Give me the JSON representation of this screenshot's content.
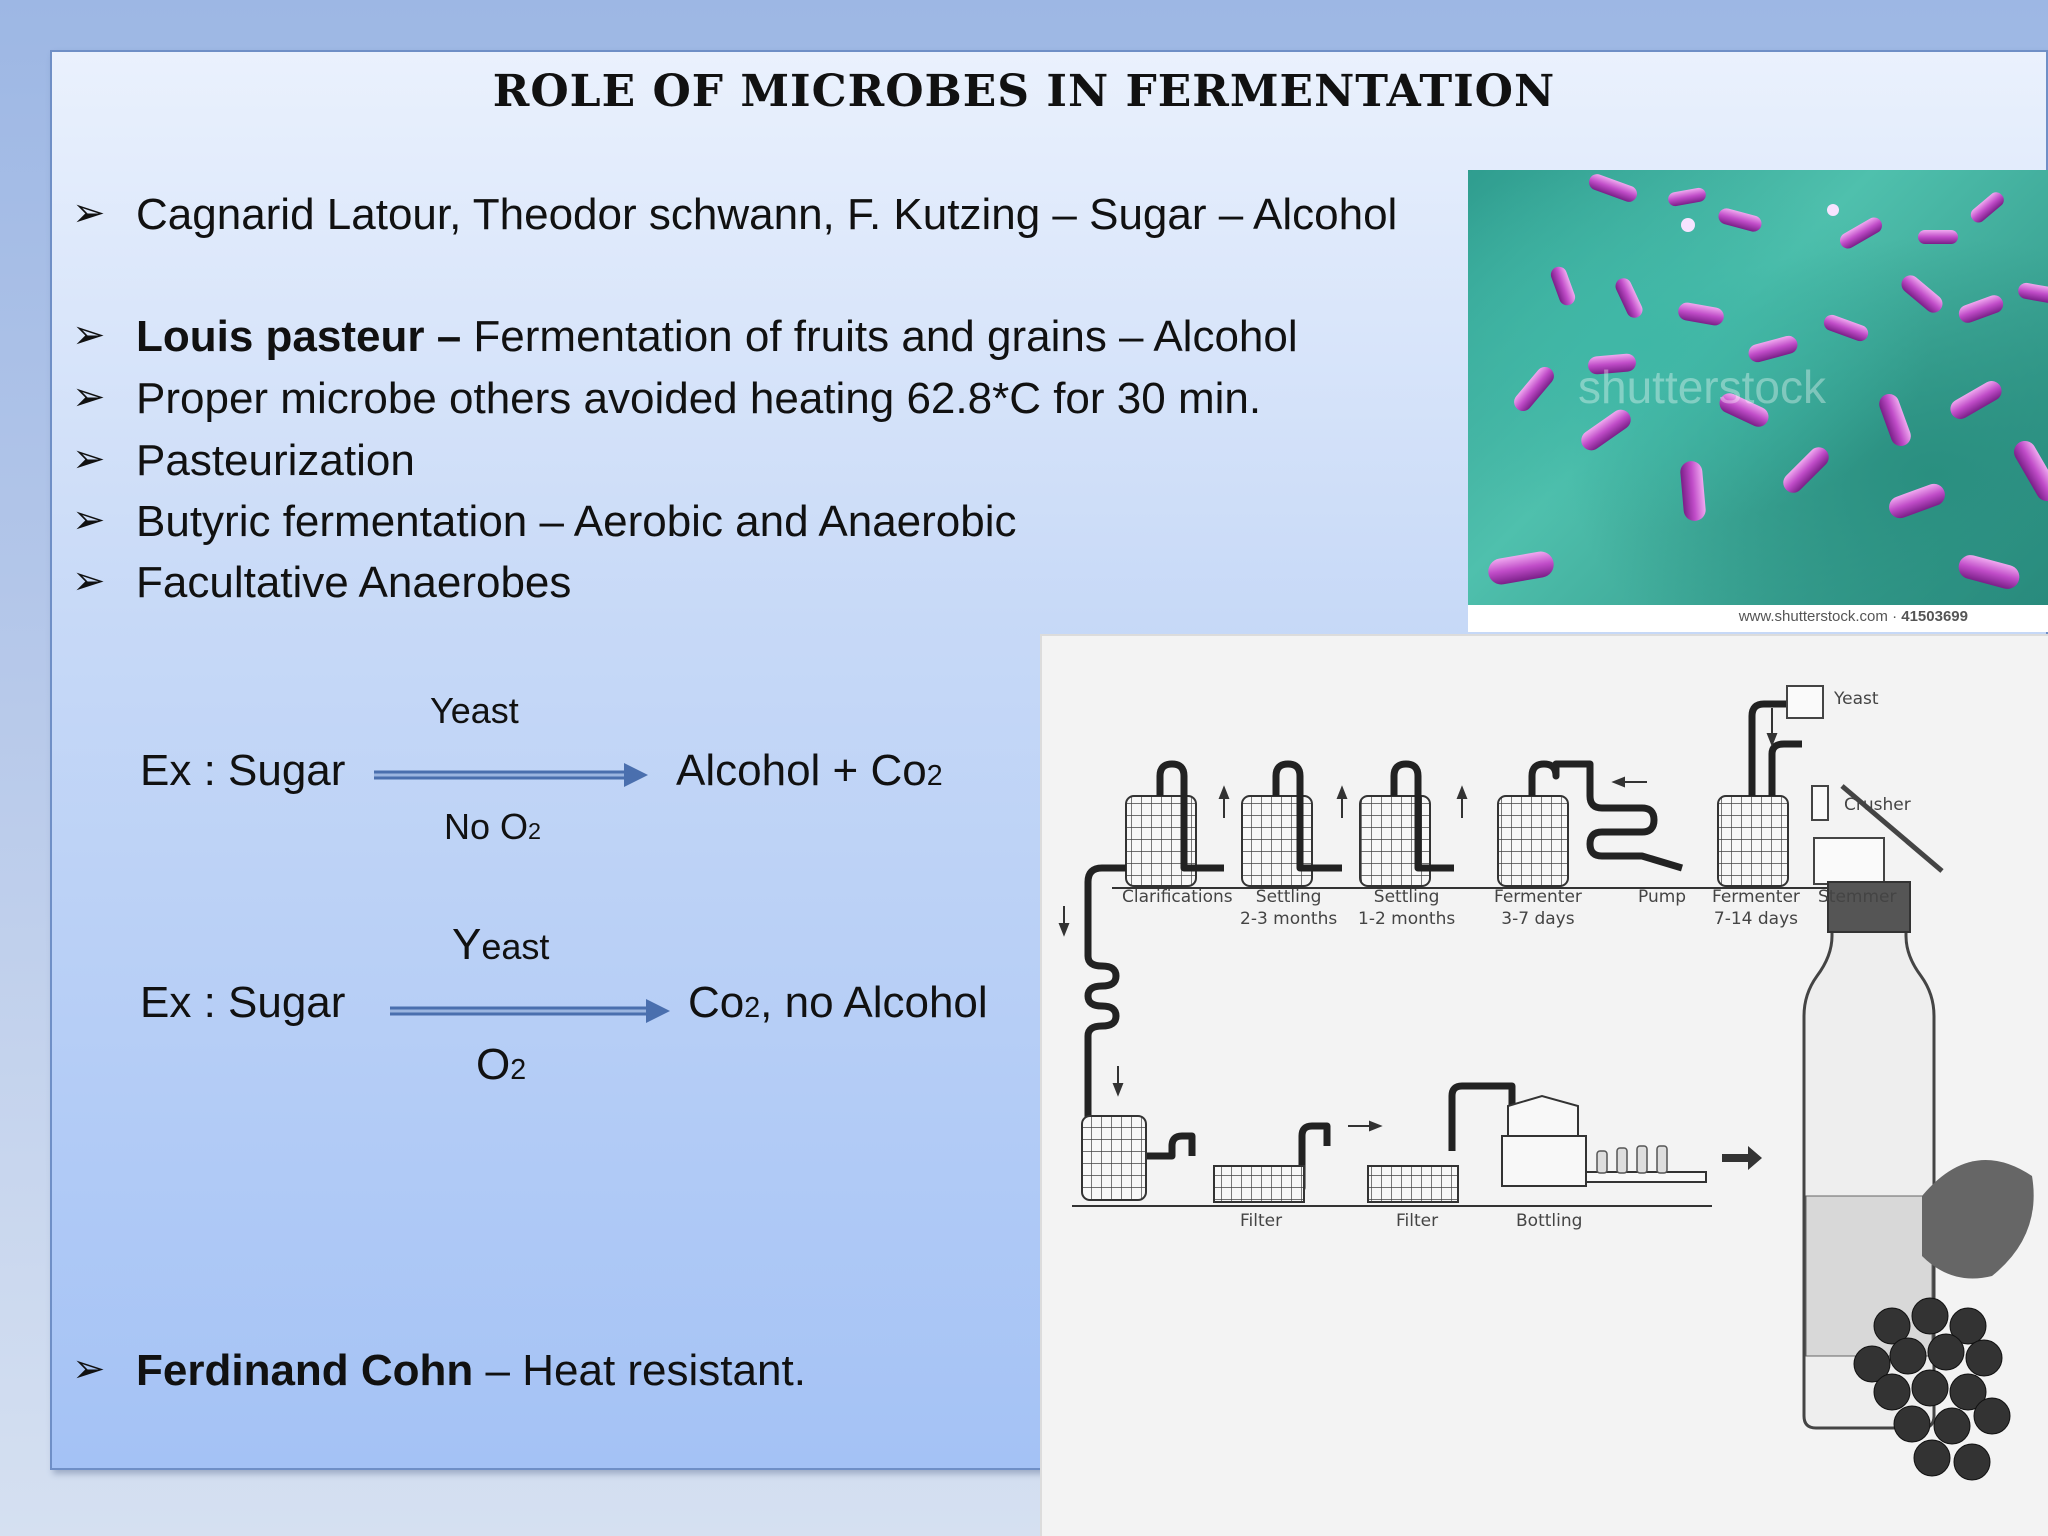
{
  "slide": {
    "title": "ROLE OF MICROBES IN FERMENTATION",
    "bullet_marker": "➢",
    "bullets": [
      {
        "bold": "",
        "text": "Cagnarid Latour,  Theodor schwann, F. Kutzing – Sugar – Alcohol"
      },
      {
        "bold": "Louis pasteur –",
        "text": " Fermentation of fruits and grains – Alcohol"
      },
      {
        "bold": "",
        "text": "Proper microbe others avoided heating 62.8*C for 30 min."
      },
      {
        "bold": "",
        "text": "Pasteurization"
      },
      {
        "bold": "",
        "text": " Butyric fermentation – Aerobic and Anaerobic"
      },
      {
        "bold": "",
        "text": "Facultative Anaerobes"
      },
      {
        "bold": "Ferdinand Cohn",
        "text": " – Heat resistant."
      }
    ],
    "equation1": {
      "prefix": "Ex :  Sugar",
      "above": "Yeast",
      "below_main": "No O",
      "below_sub": "2",
      "product_main": "Alcohol + Co",
      "product_sub": "2"
    },
    "equation2": {
      "prefix": "Ex :   Sugar",
      "above_big": "Y",
      "above_rest": "east",
      "below_main": "O",
      "below_sub": "2",
      "product_main": "Co",
      "product_sub": "2",
      "product_rest": ", no Alcohol"
    }
  },
  "photo": {
    "watermark": "shutterstock",
    "caption_site": "www.shutterstock.com",
    "caption_sep": " · ",
    "caption_id": "41503699"
  },
  "diagram": {
    "labels_top": [
      {
        "line1": "Clarifications",
        "line2": ""
      },
      {
        "line1": "Settling",
        "line2": "2-3 months"
      },
      {
        "line1": "Settling",
        "line2": "1-2 months"
      },
      {
        "line1": "Fermenter",
        "line2": "3-7 days"
      },
      {
        "line1": "Pump",
        "line2": ""
      },
      {
        "line1": "Fermenter",
        "line2": "7-14 days"
      },
      {
        "line1": "Stemmer",
        "line2": ""
      }
    ],
    "label_yeast": "Yeast",
    "label_crusher": "Crusher",
    "labels_bottom": [
      "Filter",
      "Filter",
      "Bottling"
    ]
  }
}
